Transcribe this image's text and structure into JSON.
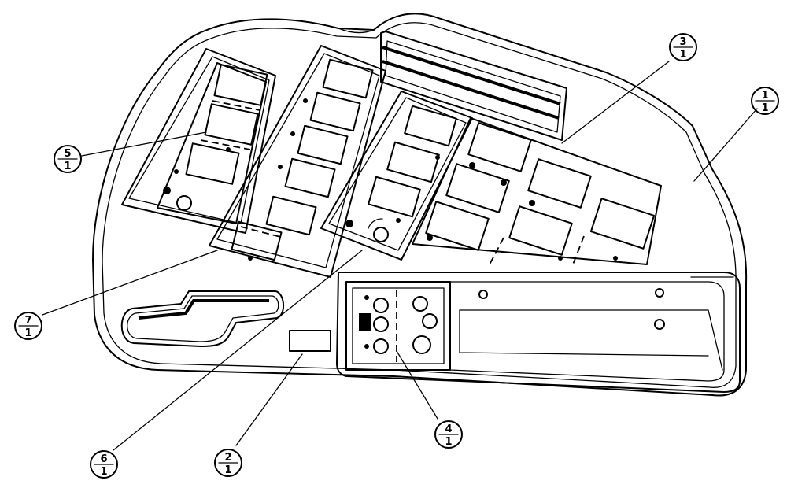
{
  "callouts": [
    {
      "id": "1",
      "num": "1",
      "den": "1"
    },
    {
      "id": "2",
      "num": "2",
      "den": "1"
    },
    {
      "id": "3",
      "num": "3",
      "den": "1"
    },
    {
      "id": "4",
      "num": "4",
      "den": "1"
    },
    {
      "id": "5",
      "num": "5",
      "den": "1"
    },
    {
      "id": "6",
      "num": "6",
      "den": "1"
    },
    {
      "id": "7",
      "num": "7",
      "den": "1"
    }
  ]
}
